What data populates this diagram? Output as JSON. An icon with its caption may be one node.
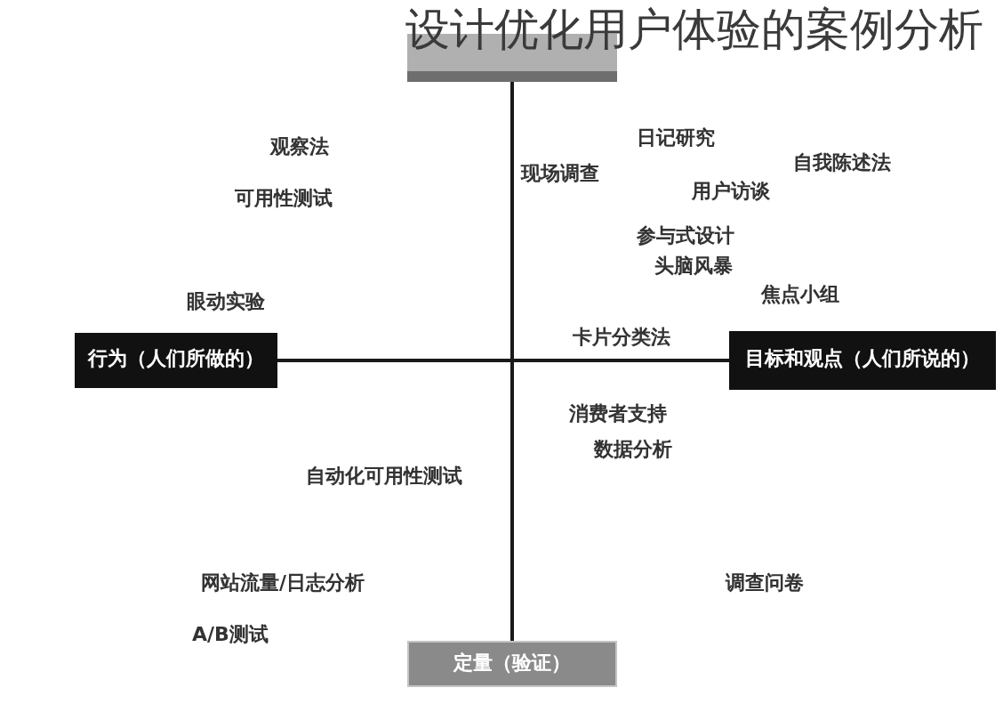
{
  "diagram": {
    "title": "设计优化用户体验的案例分析",
    "nodes": [
      {
        "text": [],
        "shape": "box"
      },
      {
        "text": [
          "行为（人们所做的）"
        ]
      },
      {
        "text": [
          "目标和观点（人们所说的）"
        ]
      },
      {
        "text": [
          "定量（验证）"
        ]
      }
    ],
    "edges": [
      {
        "from": 0,
        "to": 3,
        "arrow": "none"
      },
      {
        "from": 1,
        "to": 2,
        "arrow": "none"
      }
    ],
    "labels": [
      "日记研究",
      "观察法",
      "自我陈述法",
      "现场调查",
      "用户访谈",
      "可用性测试",
      "参与式设计",
      "头脑风暴",
      "焦点小组",
      "眼动实验",
      "卡片分类法",
      "消费者支持",
      "数据分析",
      "自动化可用性测试",
      "网站流量/日志分析",
      "调查问卷",
      "A/B测试"
    ]
  }
}
